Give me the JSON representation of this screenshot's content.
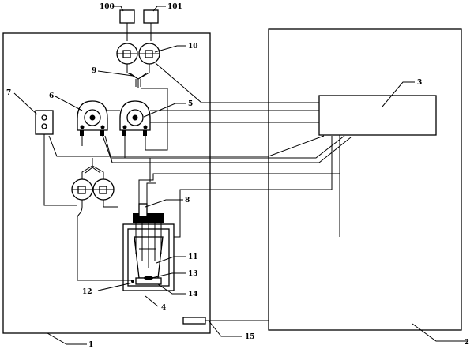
{
  "labels": {
    "l1": "1",
    "l2": "2",
    "l3": "3",
    "l4": "4",
    "l5": "5",
    "l6": "6",
    "l7": "7",
    "l8": "8",
    "l9": "9",
    "l10": "10",
    "l11": "11",
    "l12": "12",
    "l13": "13",
    "l14": "14",
    "l15": "15",
    "l100": "100",
    "l101": "101"
  }
}
